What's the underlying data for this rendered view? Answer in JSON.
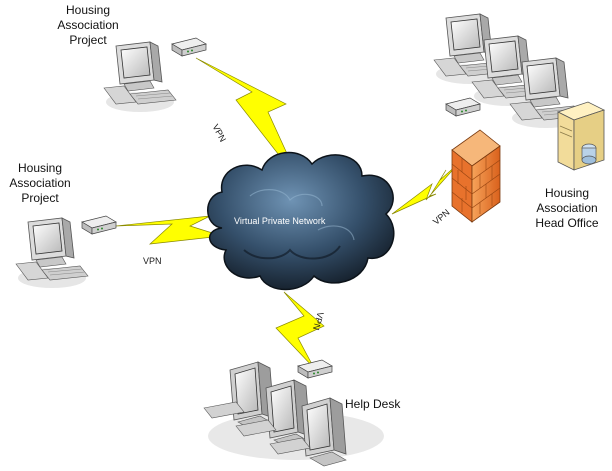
{
  "labels": {
    "project_top": "Housing\nAssociation\nProject",
    "project_left": "Housing\nAssociation\nProject",
    "head_office": "Housing\nAssociation\nHead Office",
    "help_desk": "Help Desk",
    "cloud": "Virtual Private Network",
    "vpn_top": "VPN",
    "vpn_left": "VPN",
    "vpn_right": "VPN",
    "vpn_bottom": "VPN"
  },
  "icons": [
    "workstation-icon",
    "router-icon",
    "firewall-icon",
    "server-icon",
    "cloud-icon",
    "lightning-link-icon"
  ],
  "colors": {
    "cloud_dark": "#1c2a38",
    "cloud_light": "#6f93b4",
    "lightning": "#ffff00",
    "firewall": "#f08a3c",
    "router": "#d9d9d9"
  }
}
